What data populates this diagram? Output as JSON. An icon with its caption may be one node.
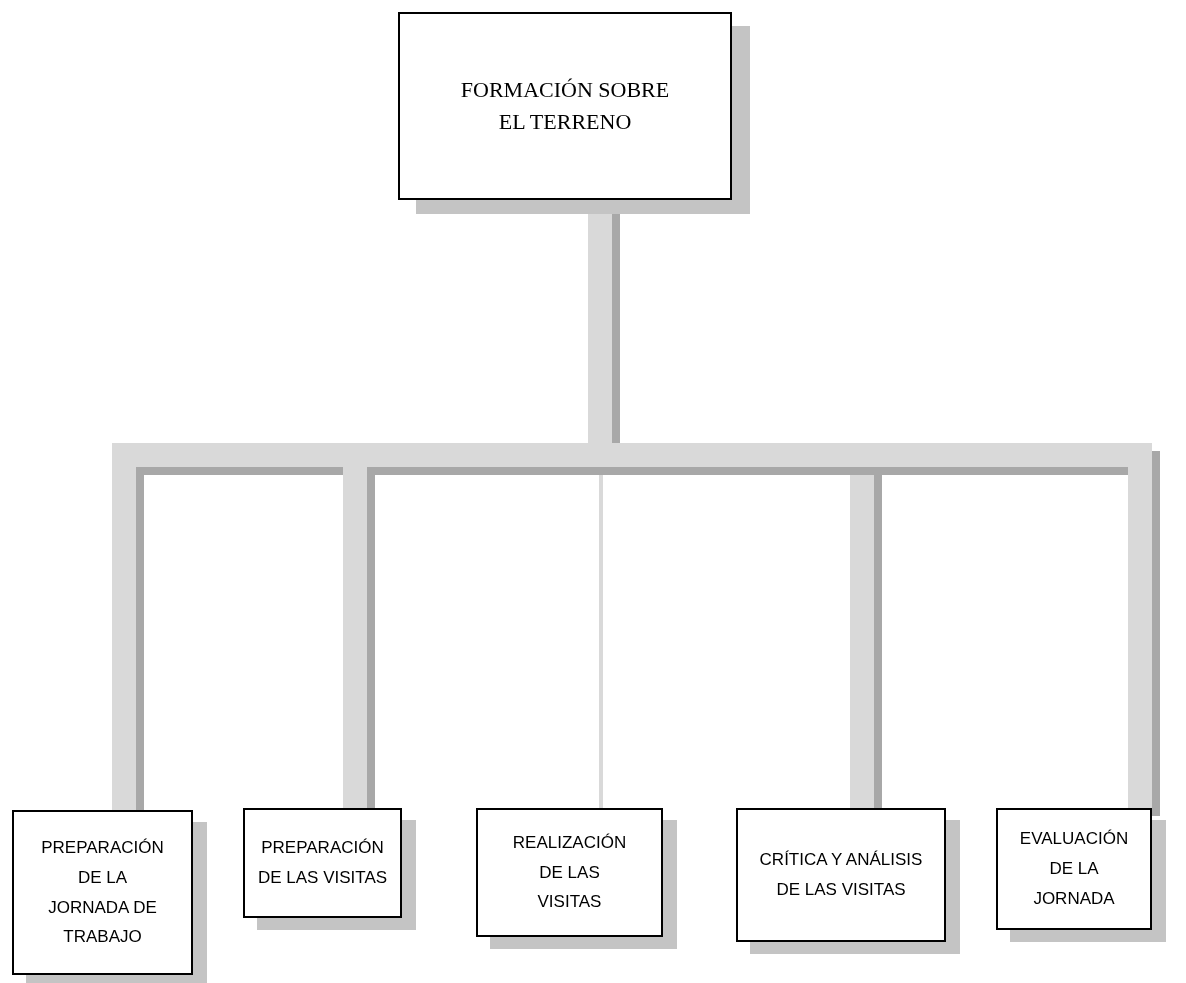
{
  "diagram": {
    "nodes": [
      {
        "text": [
          "FORMACIÓN SOBRE EL TERRENO"
        ]
      },
      {
        "text": [
          "PREPARACIÓN DE LA JORNADA DE TRABAJO"
        ]
      },
      {
        "text": [
          "PREPARACIÓN DE LAS VISITAS"
        ]
      },
      {
        "text": [
          "REALIZACIÓN DE LAS VISITAS"
        ]
      },
      {
        "text": [
          "CRÍTICA Y ANÁLISIS DE LAS VISITAS"
        ]
      },
      {
        "text": [
          "EVALUACIÓN DE LA JORNADA"
        ]
      }
    ],
    "edges": [
      {
        "from": 0,
        "to": 1,
        "arrow": "none"
      },
      {
        "from": 0,
        "to": 2,
        "arrow": "none"
      },
      {
        "from": 0,
        "to": 3,
        "arrow": "none"
      },
      {
        "from": 0,
        "to": 4,
        "arrow": "none"
      },
      {
        "from": 0,
        "to": 5,
        "arrow": "none"
      }
    ]
  }
}
